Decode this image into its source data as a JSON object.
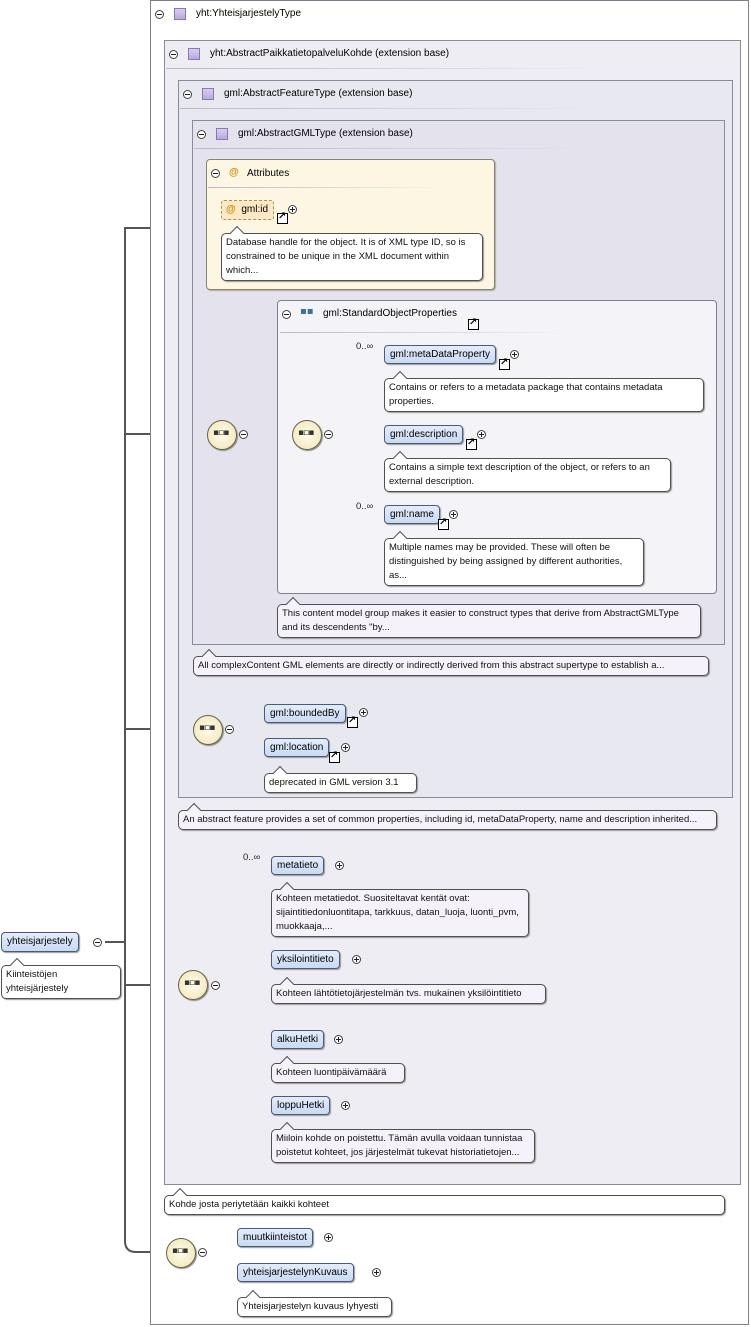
{
  "root": {
    "label": "yhteisjarjestely",
    "doc": "Kiinteistöjen yhteisjärjestely"
  },
  "types": {
    "t0": "yht:YhteisjarjestelyType",
    "t1": "yht:AbstractPaikkatietopalveluKohde (extension base)",
    "t2": "gml:AbstractFeatureType (extension base)",
    "t3": "gml:AbstractGMLType (extension base)"
  },
  "attributes": {
    "header": "Attributes",
    "gml_id": "gml:id",
    "gml_id_doc": "Database handle for the object. It is of XML type ID, so is constrained to be unique in the XML document within which..."
  },
  "sop": {
    "title": "gml:StandardObjectProperties",
    "doc": "This content model group makes it easier to construct types that derive from AbstractGMLType and its descendents \"by...",
    "items": [
      {
        "label": "gml:metaDataProperty",
        "card": "0..∞",
        "doc": "Contains or refers to a metadata package that contains metadata properties."
      },
      {
        "label": "gml:description",
        "card": "",
        "doc": "Contains a simple text description of the object, or refers to an external description."
      },
      {
        "label": "gml:name",
        "card": "0..∞",
        "doc": "Multiple names may be provided. These will often be distinguished by being assigned by different authorities, as..."
      }
    ]
  },
  "gml_type_doc": "All complexContent GML elements are directly or indirectly derived from this abstract supertype to establish a...",
  "feature": {
    "bounded": "gml:boundedBy",
    "location": "gml:location",
    "location_doc": "deprecated in GML version 3.1",
    "doc": "An abstract feature provides a set of common properties, including id, metaDataProperty, name and description inherited..."
  },
  "kohde": {
    "items": [
      {
        "label": "metatieto",
        "card": "0..∞",
        "doc": "Kohteen metatiedot. Suositeltavat kentät ovat: sijaintitiedonluontitapa, tarkkuus, datan_luoja, luonti_pvm, muokkaaja,..."
      },
      {
        "label": "yksilointitieto",
        "card": "",
        "doc": "Kohteen lähtötietojärjestelmän tvs. mukainen yksilöintitieto"
      },
      {
        "label": "alkuHetki",
        "card": "",
        "doc": "Kohteen luontipäivämäärä"
      },
      {
        "label": "loppuHetki",
        "card": "",
        "doc": "Milloin kohde on poistettu. Tämän avulla voidaan tunnistaa poistetut kohteet, jos järjestelmät tukevat historiatietojen..."
      }
    ],
    "doc": "Kohde josta periytetään kaikki kohteet"
  },
  "yj": {
    "items": [
      {
        "label": "muutkiinteistot"
      },
      {
        "label": "yhteisjarjestelynKuvaus",
        "doc": "Yhteisjarjestelyn kuvaus lyhyesti"
      }
    ]
  }
}
